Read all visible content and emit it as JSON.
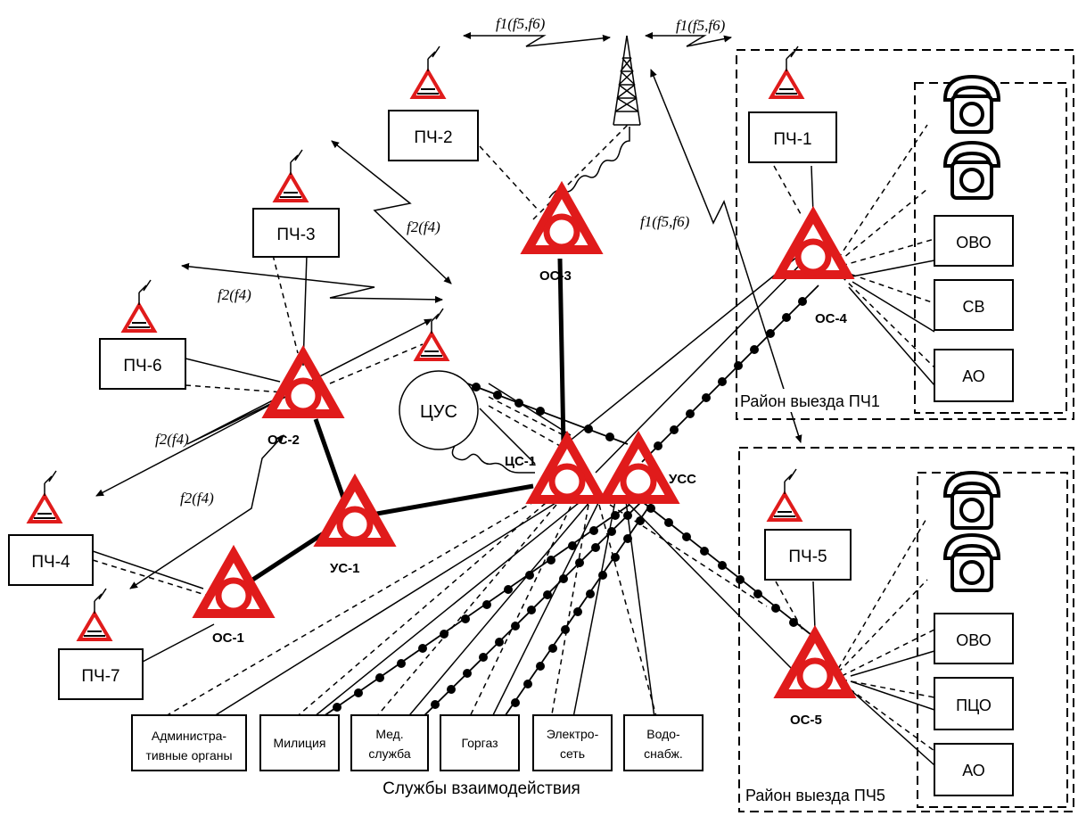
{
  "nodes": {
    "os1": "ОС-1",
    "os2": "ОС-2",
    "os3": "ОС-3",
    "os4": "ОС-4",
    "os5": "ОС-5",
    "us1": "УС-1",
    "cs1": "ЦС-1",
    "uss": "УСС",
    "cus": "ЦУС"
  },
  "stations": {
    "pch1": "ПЧ-1",
    "pch2": "ПЧ-2",
    "pch3": "ПЧ-3",
    "pch4": "ПЧ-4",
    "pch5": "ПЧ-5",
    "pch6": "ПЧ-6",
    "pch7": "ПЧ-7"
  },
  "subscribers_district1": [
    "ОВО",
    "СВ",
    "АО"
  ],
  "subscribers_district5": [
    "ОВО",
    "ПЦО",
    "АО"
  ],
  "services": [
    [
      "Администра-",
      "тивные органы"
    ],
    [
      "Милиция"
    ],
    [
      "Мед.",
      "служба"
    ],
    [
      "Горгаз"
    ],
    [
      "Электро-",
      "сеть"
    ],
    [
      "Водо-",
      "снабж."
    ]
  ],
  "services_caption": "Службы взаимодействия",
  "districts": {
    "d1": "Район выезда ПЧ1",
    "d5": "Район выезда ПЧ5"
  },
  "frequencies": {
    "f1_left": "f1(f5,f6)",
    "f1_right": "f1(f5,f6)",
    "f1_diag": "f1(f5,f6)",
    "f2_upper": "f2(f4)",
    "f2_mid": "f2(f4)",
    "f2_left": "f2(f4)",
    "f2_low": "f2(f4)"
  },
  "colors": {
    "node_red": "#e01b1b",
    "line": "#000000"
  }
}
